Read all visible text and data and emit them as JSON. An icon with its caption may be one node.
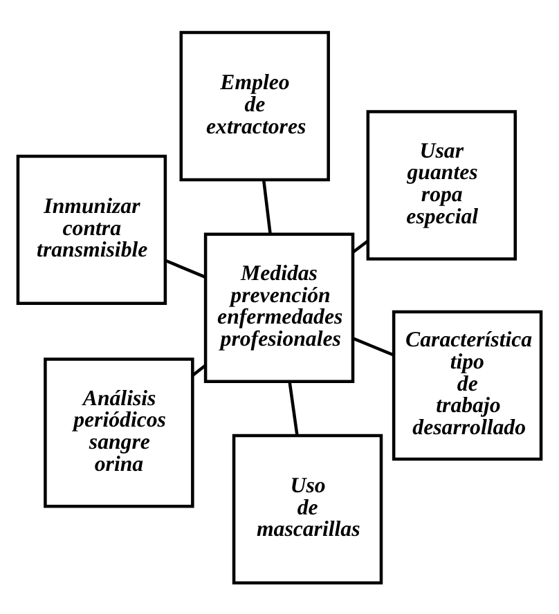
{
  "diagram": {
    "nodes": [
      {
        "text": [
          "Inmunizar contra transmisible"
        ]
      },
      {
        "text": [
          "Característica tipo de trabajo desarrollado"
        ]
      },
      {
        "text": [
          "Uso de mascarillas"
        ]
      },
      {
        "text": [
          "Medidas prevención enfermedades profesionales"
        ]
      },
      {
        "text": [
          "Usar guantes ropa especial"
        ]
      },
      {
        "text": [
          "Empleo de extractores"
        ]
      },
      {
        "text": [
          "Análisis periódicos sangre orina"
        ]
      }
    ],
    "edges": [
      {
        "from": 3,
        "to": 0,
        "arrow": "none"
      },
      {
        "from": 3,
        "to": 1,
        "arrow": "none"
      },
      {
        "from": 3,
        "to": 2,
        "arrow": "none"
      },
      {
        "from": 3,
        "to": 4,
        "arrow": "none"
      },
      {
        "from": 3,
        "to": 5,
        "arrow": "none"
      },
      {
        "from": 3,
        "to": 6,
        "arrow": "none"
      }
    ]
  }
}
